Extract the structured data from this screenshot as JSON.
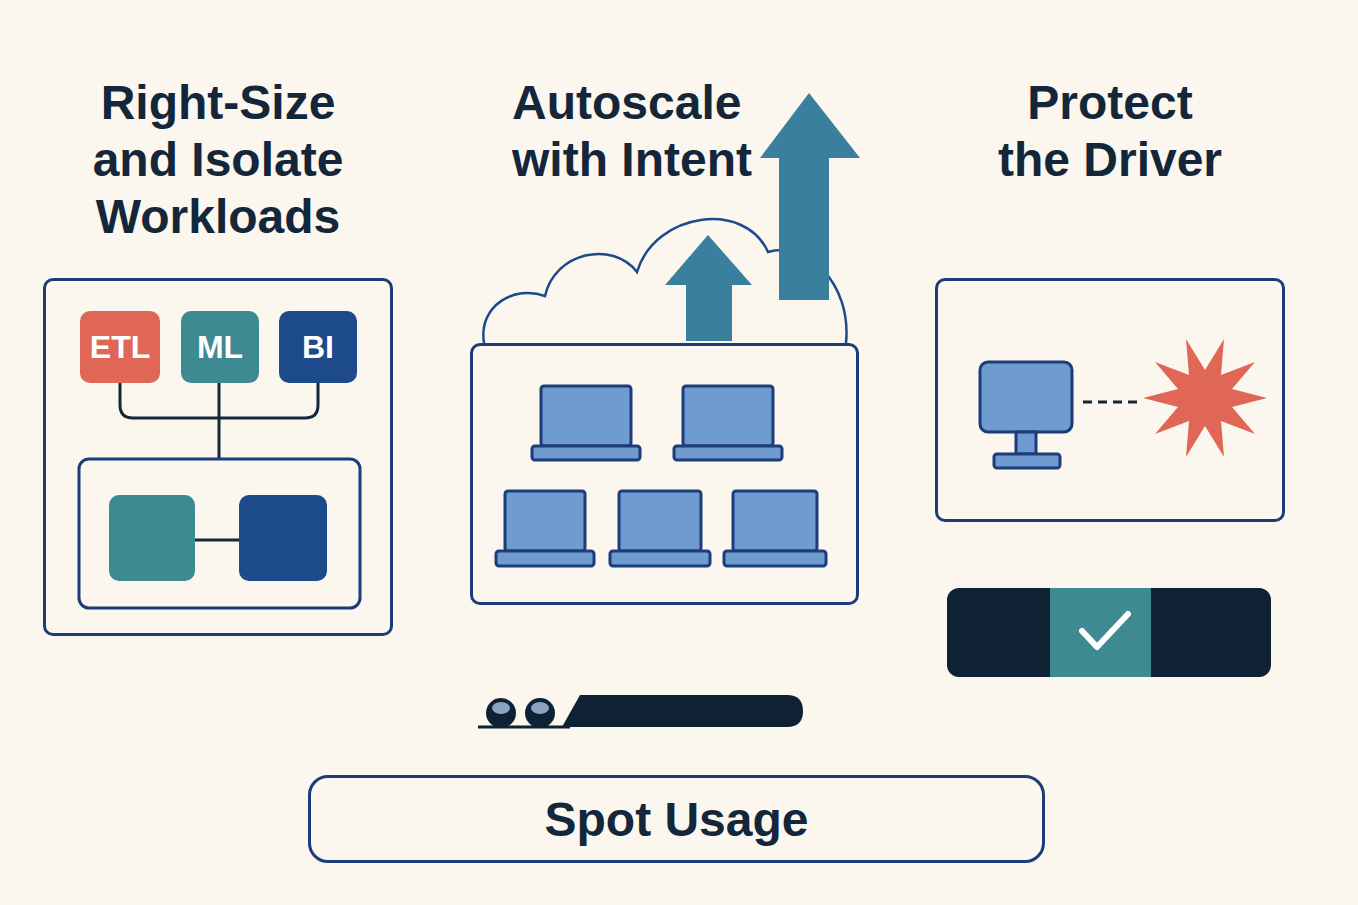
{
  "diagram": {
    "nodes": [
      {
        "text": [
          "Right-Size and Isolate Workloads"
        ]
      },
      {
        "text": [
          "ETL"
        ],
        "in": 0
      },
      {
        "text": [
          "ML"
        ],
        "in": 0
      },
      {
        "text": [
          "BI"
        ],
        "in": 0
      },
      {
        "text": [
          "Autoscale with Intent"
        ]
      },
      {
        "text": [
          "Protect the Driver"
        ]
      },
      {
        "text": [
          "Spot Usage"
        ]
      }
    ]
  }
}
